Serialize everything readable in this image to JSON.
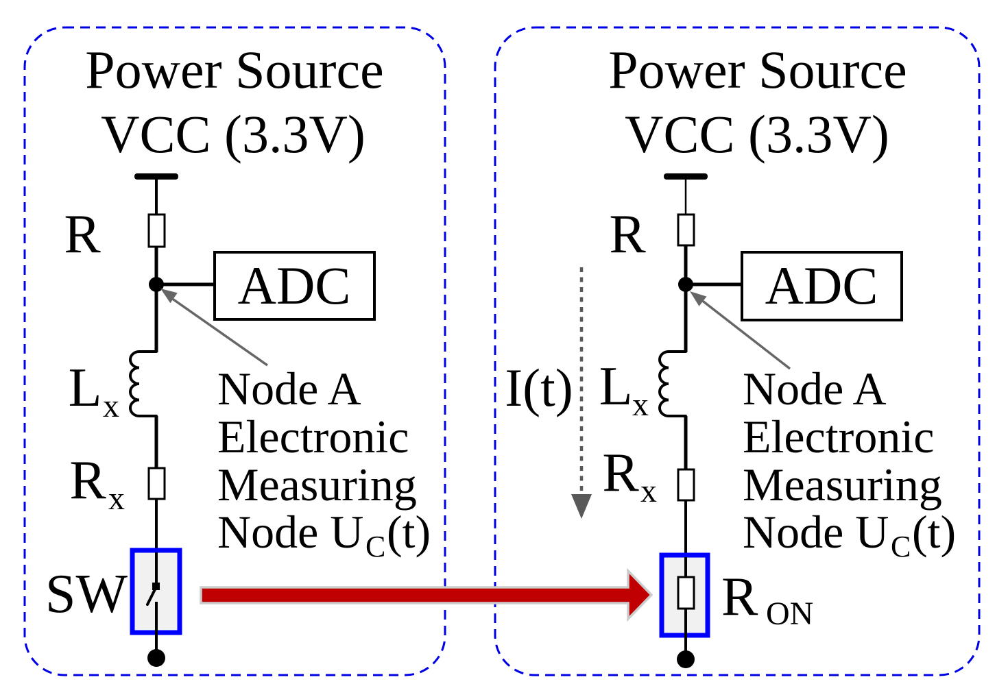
{
  "colors": {
    "panel_border": "#0000E6",
    "component_box_border": "#0000FF",
    "component_box_fill": "#F1F1F1",
    "transition_arrow": "#C00000",
    "transition_arrow_outline": "#CCCCCC",
    "annotation_pointer": "#666666",
    "current_arrow": "#595959",
    "wire": "#000000",
    "text": "#000000"
  },
  "left_panel": {
    "title_line1": "Power Source",
    "title_line2": "VCC (3.3V)",
    "series_resistor_label": "R",
    "adc_label": "ADC",
    "inductor_label": "L",
    "inductor_subscript": "x",
    "measured_resistor_label": "R",
    "measured_resistor_subscript": "x",
    "switch_label": "SW",
    "annotation_line1": "Node A",
    "annotation_line2": "Electronic",
    "annotation_line3": "Measuring",
    "annotation_line4_pre": "Node U",
    "annotation_line4_sub": "C",
    "annotation_line4_post": "(t)"
  },
  "right_panel": {
    "title_line1": "Power Source",
    "title_line2": "VCC (3.3V)",
    "series_resistor_label": "R",
    "adc_label": "ADC",
    "current_label": "I(t)",
    "inductor_label": "L",
    "inductor_subscript": "x",
    "measured_resistor_label": "R",
    "measured_resistor_subscript": "x",
    "on_resistance_label": "R",
    "on_resistance_subscript": "ON",
    "annotation_line1": "Node A",
    "annotation_line2": "Electronic",
    "annotation_line3": "Measuring",
    "annotation_line4_pre": "Node U",
    "annotation_line4_sub": "C",
    "annotation_line4_post": "(t)"
  }
}
